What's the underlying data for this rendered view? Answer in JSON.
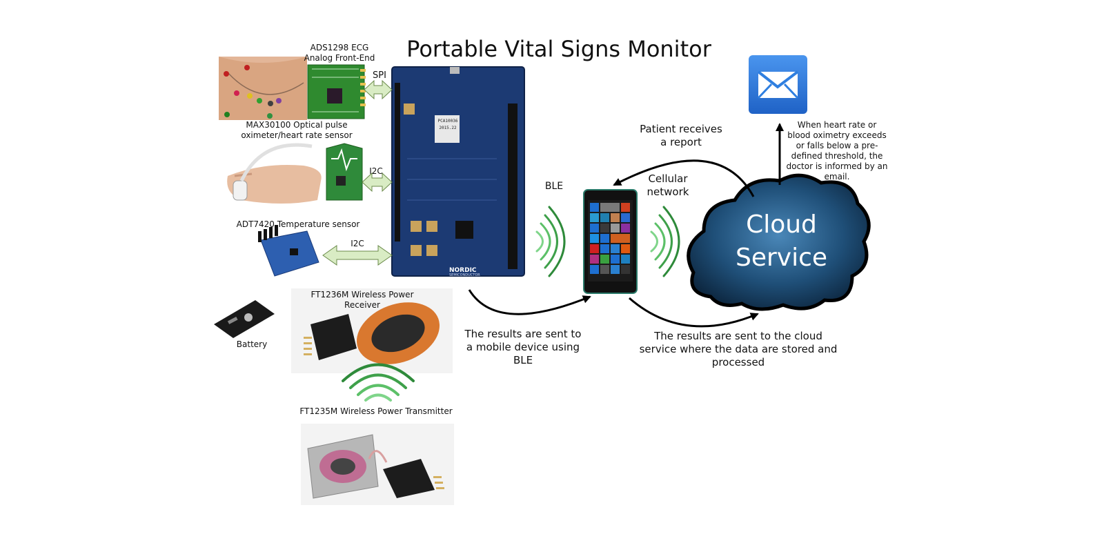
{
  "title": "Portable Vital Signs Monitor",
  "labels": {
    "ecg": "ADS1298 ECG Analog Front-End",
    "spi": "SPI",
    "pulse": "MAX30100 Optical pulse oximeter/heart rate sensor",
    "i2c_pulse": "I2C",
    "temp": "ADT7420 Temperature sensor",
    "i2c_temp": "I2C",
    "receiver": "FT1236M Wireless Power Receiver",
    "battery": "Battery",
    "transmitter": "FT1235M Wireless Power Transmitter",
    "ble": "BLE",
    "cellular": "Cellular network",
    "patient_report": "Patient receives a report",
    "cloud": "Cloud Service",
    "email_note": "When heart rate or blood oximetry exceeds or falls below a pre-defined threshold, the doctor is informed by an email.",
    "to_mobile": "The results are sent to a mobile device using BLE",
    "to_cloud": "The results are sent to the cloud service where the data are stored and processed"
  },
  "board_text": {
    "brand": "NORDIC",
    "brand_sub": "SEMICONDUCTOR",
    "model": "PCA10036",
    "board_id": "2015.22"
  },
  "colors": {
    "board": "#1c3a73",
    "cloud": "#1f4f78",
    "wave": "#2e9e3e",
    "arrow_fill": "#d9ecc4",
    "mail": "#2f7fe0"
  }
}
